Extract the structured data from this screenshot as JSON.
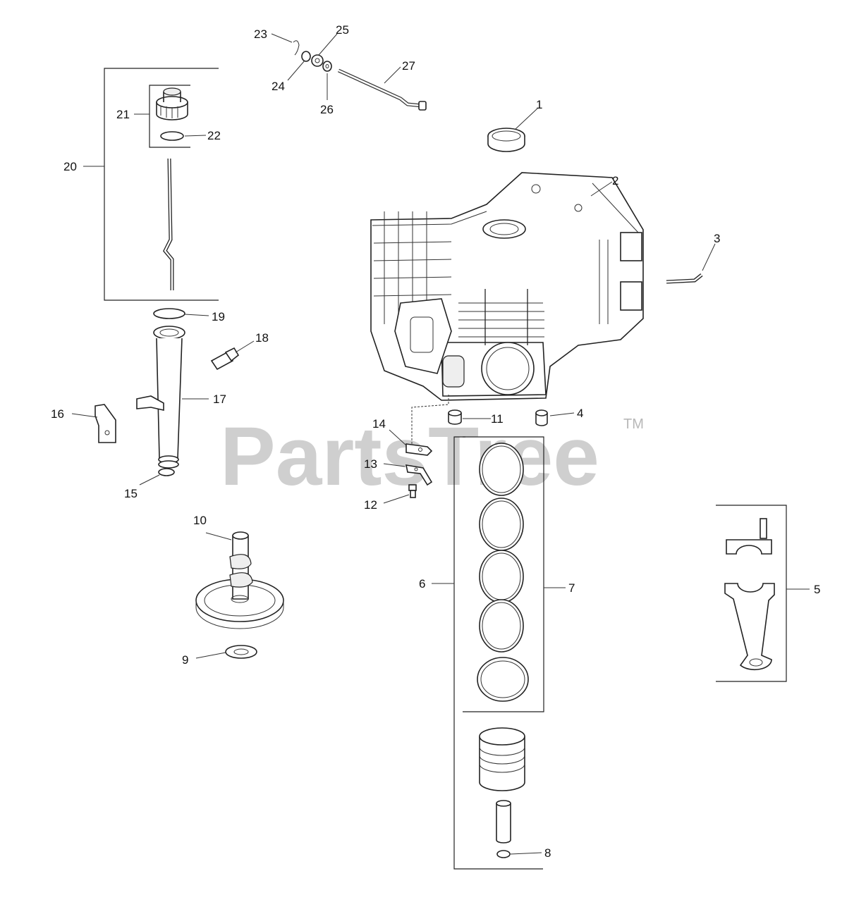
{
  "watermark": "PartsTree",
  "trademark": "TM",
  "labels": {
    "l1": "1",
    "l2": "2",
    "l3": "3",
    "l4": "4",
    "l5": "5",
    "l6": "6",
    "l7": "7",
    "l8": "8",
    "l9": "9",
    "l10": "10",
    "l11": "11",
    "l12": "12",
    "l13": "13",
    "l14": "14",
    "l15": "15",
    "l16": "16",
    "l17": "17",
    "l18": "18",
    "l19": "19",
    "l20": "20",
    "l21": "21",
    "l22": "22",
    "l23": "23",
    "l24": "24",
    "l25": "25",
    "l26": "26",
    "l27": "27"
  }
}
